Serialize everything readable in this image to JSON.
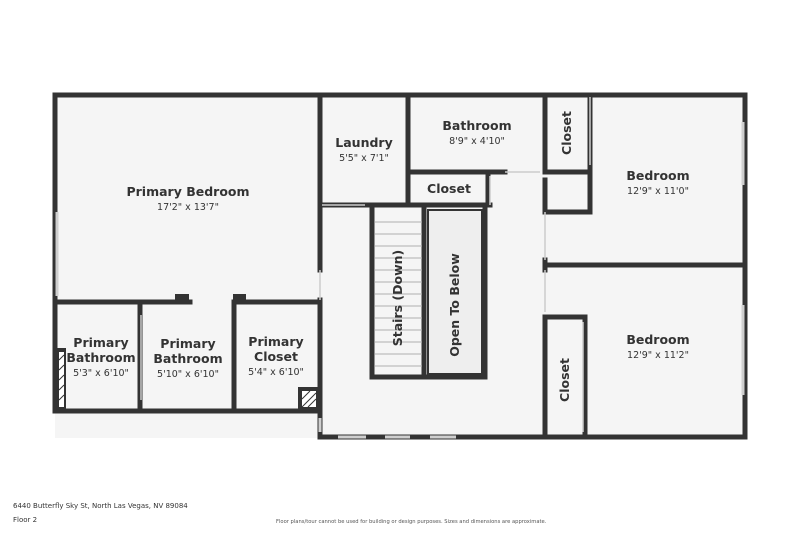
{
  "rooms": {
    "primary_bedroom": {
      "name": "Primary Bedroom",
      "dims": "17'2\" x 13'7\""
    },
    "laundry": {
      "name": "Laundry",
      "dims": "5'5\" x 7'1\""
    },
    "bathroom": {
      "name": "Bathroom",
      "dims": "8'9\" x 4'10\""
    },
    "closet_top": {
      "name": "Closet"
    },
    "closet_hall": {
      "name": "Closet"
    },
    "bedroom_1": {
      "name": "Bedroom",
      "dims": "12'9\" x 11'0\""
    },
    "bedroom_2": {
      "name": "Bedroom",
      "dims": "12'9\" x 11'2\""
    },
    "closet_bottom": {
      "name": "Closet"
    },
    "stairs": {
      "name": "Stairs (Down)"
    },
    "open_below": {
      "name": "Open To Below"
    },
    "primary_bathroom_1": {
      "name_line1": "Primary",
      "name_line2": "Bathroom",
      "dims": "5'3\" x 6'10\""
    },
    "primary_bathroom_2": {
      "name_line1": "Primary",
      "name_line2": "Bathroom",
      "dims": "5'10\" x 6'10\""
    },
    "primary_closet": {
      "name_line1": "Primary",
      "name_line2": "Closet",
      "dims": "5'4\" x 6'10\""
    }
  },
  "footer": {
    "address": "6440 Butterfly Sky St, North Las Vegas, NV 89084",
    "floor": "Floor 2",
    "disclaimer": "Floor plans/tour cannot be used for building or design purposes. Sizes and dimensions are approximate."
  },
  "colors": {
    "wall": "#333333",
    "floor": "#f5f5f5",
    "window": "#cccccc"
  }
}
